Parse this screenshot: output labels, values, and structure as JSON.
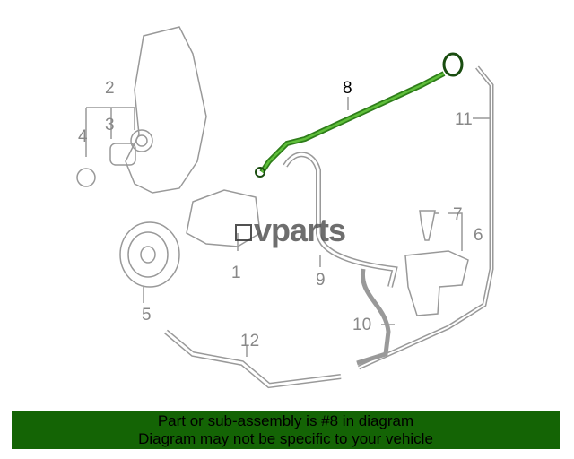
{
  "diagram": {
    "highlighted_part": "8",
    "highlight_color": "#2e7d1a",
    "callouts": [
      "1",
      "2",
      "3",
      "4",
      "5",
      "6",
      "7",
      "8",
      "9",
      "10",
      "11",
      "12"
    ]
  },
  "logo": {
    "text": "vparts"
  },
  "banner": {
    "line1": "Part or sub-assembly is #8 in diagram",
    "line2": "Diagram may not be specific to your vehicle",
    "color": "#146405"
  }
}
